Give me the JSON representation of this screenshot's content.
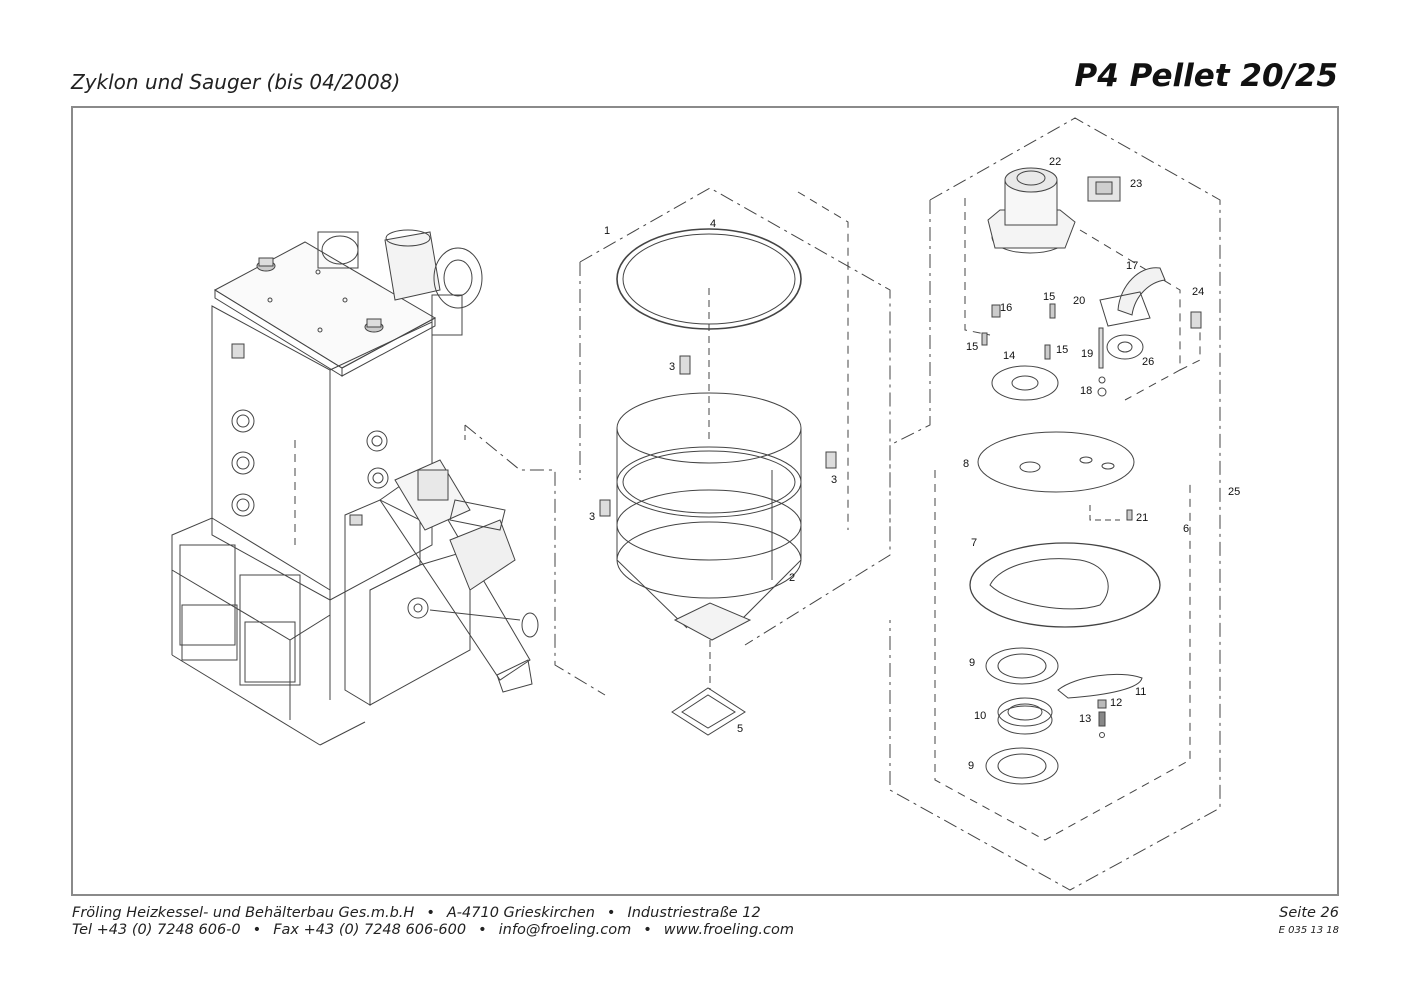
{
  "header": {
    "subtitle": "Zyklon und Sauger (bis 04/2008)",
    "title": "P4 Pellet 20/25"
  },
  "parts": {
    "p1": "1",
    "p2": "2",
    "p3a": "3",
    "p3b": "3",
    "p3c": "3",
    "p4": "4",
    "p5": "5",
    "p6": "6",
    "p7": "7",
    "p8": "8",
    "p9a": "9",
    "p9b": "9",
    "p10": "10",
    "p11": "11",
    "p12": "12",
    "p13": "13",
    "p14": "14",
    "p15a": "15",
    "p15b": "15",
    "p15c": "15",
    "p16": "16",
    "p17": "17",
    "p18": "18",
    "p19": "19",
    "p20": "20",
    "p21": "21",
    "p22": "22",
    "p23": "23",
    "p24": "24",
    "p25": "25",
    "p26": "26"
  },
  "footer": {
    "company": "Fröling Heizkessel- und Behälterbau Ges.m.b.H",
    "address": "A-4710 Grieskirchen",
    "street": "Industriestraße 12",
    "tel": "Tel +43 (0) 7248 606-0",
    "fax": "Fax +43 (0) 7248 606-600",
    "email": "info@froeling.com",
    "web": "www.froeling.com",
    "separator": "•",
    "page": "Seite 26",
    "doc_code": "E 035 13 18"
  }
}
